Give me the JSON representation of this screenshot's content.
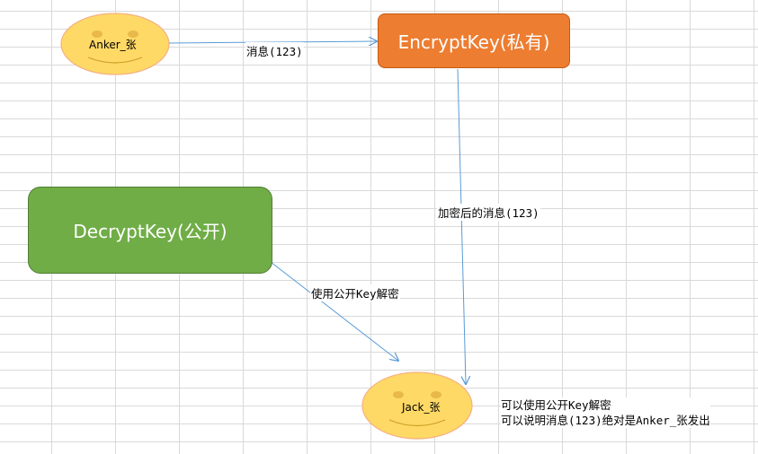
{
  "nodes": {
    "sender": {
      "label": "Anker_张"
    },
    "receiver": {
      "label": "Jack_张"
    },
    "encrypt_key": {
      "label": "EncryptKey(私有)"
    },
    "decrypt_key": {
      "label": "DecryptKey(公开)"
    }
  },
  "edges": {
    "message": {
      "label": "消息(123)"
    },
    "encrypted_message": {
      "label": "加密后的消息(123)"
    },
    "decrypt_with_public_key": {
      "label": "使用公开Key解密"
    }
  },
  "note": {
    "line1": "可以使用公开Key解密",
    "line2": "可以说明消息(123)绝对是Anker_张发出"
  },
  "colors": {
    "encrypt_fill": "#ed7d31",
    "decrypt_fill": "#70ad47",
    "face_fill": "#ffd966",
    "arrow": "#5b9bd5"
  }
}
